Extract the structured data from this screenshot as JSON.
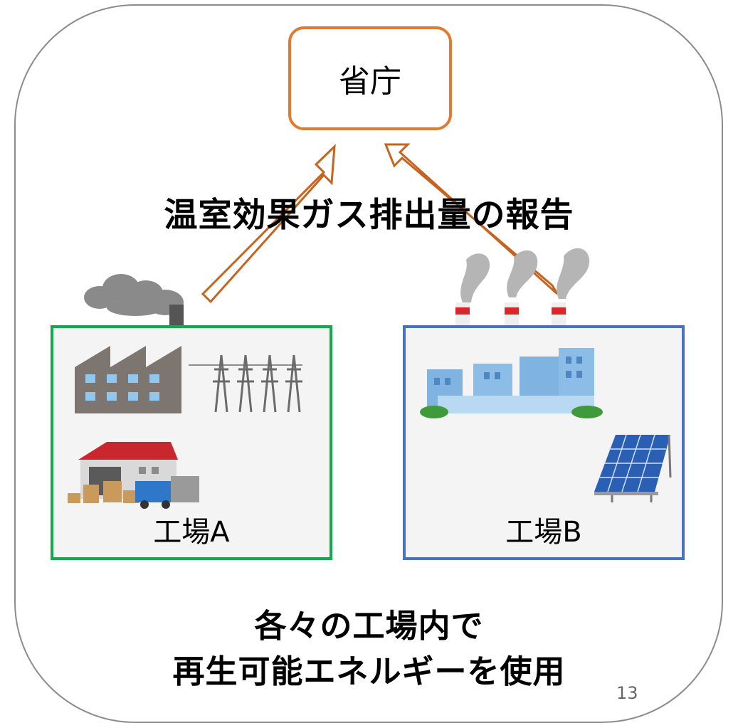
{
  "ministry": {
    "label": "省庁"
  },
  "report": {
    "label": "温室効果ガス排出量の報告"
  },
  "factories": [
    {
      "label": "工場A",
      "border_color": "#12ab4c"
    },
    {
      "label": "工場B",
      "border_color": "#4a72c4"
    }
  ],
  "bottom_text": {
    "line1": "各々の工場内で",
    "line2": "再生可能エネルギーを使用"
  },
  "page_number": "13",
  "colors": {
    "arrow": "#c5631f",
    "ministry_border": "#e07a2e",
    "frame": "#8c8c8c"
  }
}
